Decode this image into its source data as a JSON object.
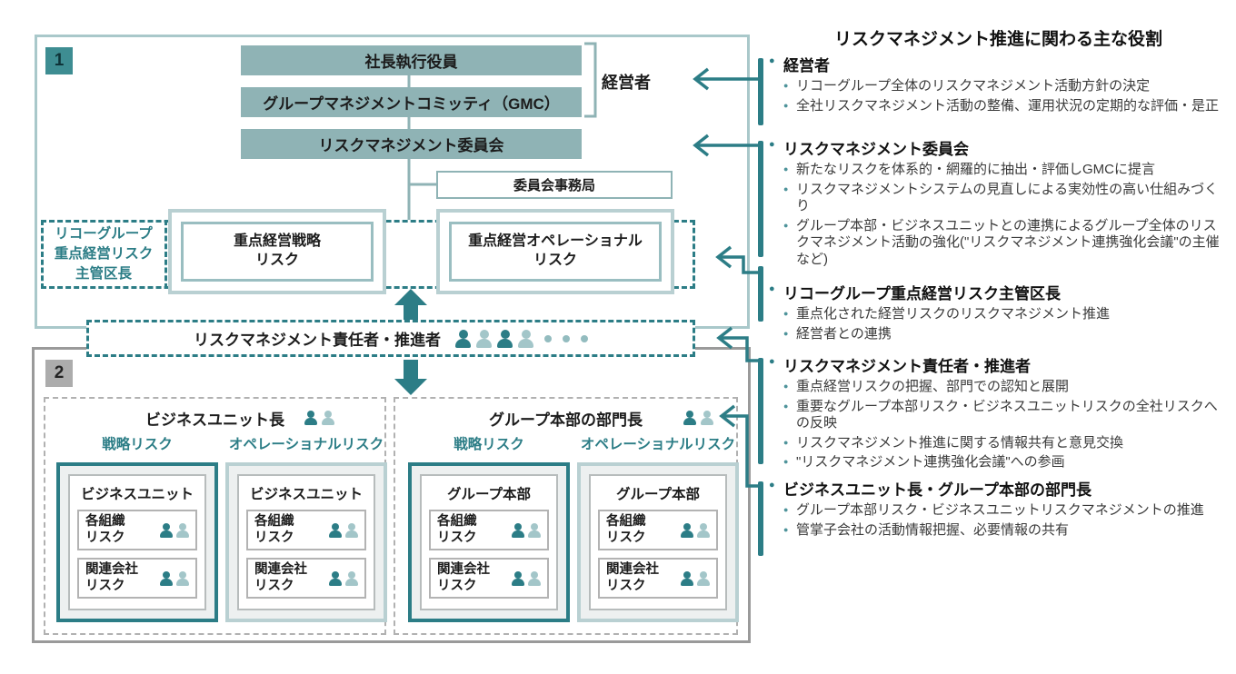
{
  "badges": {
    "section1": "1",
    "section2": "2"
  },
  "diagram": {
    "top_boxes": [
      "社長執行役員",
      "グループマネジメントコミッティ（GMC）",
      "リスクマネジメント委員会"
    ],
    "management_bracket_label": "経営者",
    "secretariat_box": "委員会事務局",
    "scope_owner_label": "リコーグループ\n重点経営リスク\n主管区長",
    "focus_risk_boxes": [
      "重点経営戦略\nリスク",
      "重点経営オペレーショナル\nリスク"
    ],
    "responsible_box": "リスクマネジメント責任者・推進者",
    "halves": [
      {
        "head": "ビジネスユニット長",
        "col_strategic": "戦略リスク",
        "col_operational": "オペレーショナルリスク",
        "card_title": "ビジネスユニット",
        "row1": "各組織\nリスク",
        "row2": "関連会社\nリスク"
      },
      {
        "head": "グループ本部の部門長",
        "col_strategic": "戦略リスク",
        "col_operational": "オペレーショナルリスク",
        "card_title": "グループ本部",
        "row1": "各組織\nリスク",
        "row2": "関連会社\nリスク"
      }
    ]
  },
  "panel": {
    "title": "リスクマネジメント推進に関わる主な役割",
    "sections": [
      {
        "heading": "経営者",
        "items": [
          "リコーグループ全体のリスクマネジメント活動方針の決定",
          "全社リスクマネジメント活動の整備、運用状況の定期的な評価・是正"
        ]
      },
      {
        "heading": "リスクマネジメント委員会",
        "items": [
          "新たなリスクを体系的・網羅的に抽出・評価しGMCに提言",
          "リスクマネジメントシステムの見直しによる実効性の高い仕組みづくり",
          "グループ本部・ビジネスユニットとの連携によるグループ全体のリスクマネジメント活動の強化(\"リスクマネジメント連携強化会議\"の主催など)"
        ]
      },
      {
        "heading": "リコーグループ重点経営リスク主管区長",
        "items": [
          "重点化された経営リスクのリスクマネジメント推進",
          "経営者との連携"
        ]
      },
      {
        "heading": "リスクマネジメント責任者・推進者",
        "items": [
          "重点経営リスクの把握、部門での認知と展開",
          "重要なグループ本部リスク・ビジネスユニットリスクの全社リスクへの反映",
          "リスクマネジメント推進に関する情報共有と意見交換",
          "\"リスクマネジメント連携強化会議\"への参画"
        ]
      },
      {
        "heading": "ビジネスユニット長・グループ本部の部門長",
        "items": [
          "グループ本部リスク・ビジネスユニットリスクマネジメントの推進",
          "管掌子会社の活動情報把握、必要情報の共有"
        ]
      }
    ]
  },
  "colors": {
    "teal_dark": "#2c7d86",
    "teal_box_fill": "#8fb3b5",
    "teal_light_frame": "#b9d0d2",
    "box1_border": "#a9c8ca",
    "gray_border": "#9a9a9a",
    "person_dark": "#2c7d86",
    "person_light": "#a3c6c9"
  }
}
